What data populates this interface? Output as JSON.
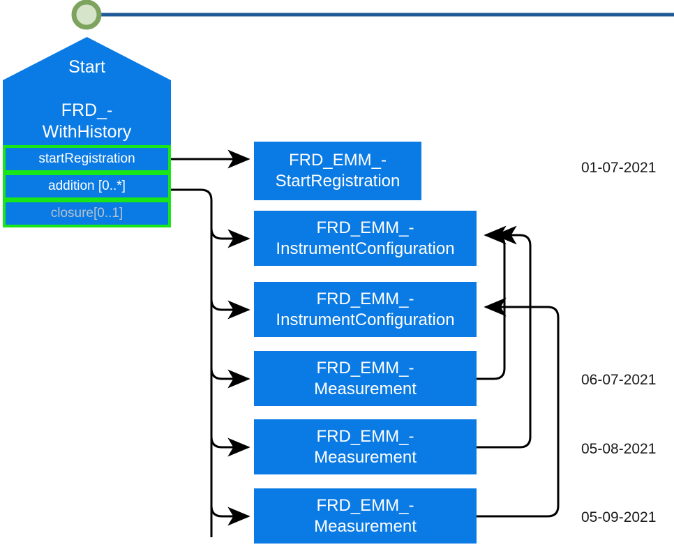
{
  "diagram": {
    "title_node": {
      "name": "start-pentagon",
      "title": "Start",
      "subtitle_line1": "FRD_-",
      "subtitle_line2": "WithHistory",
      "fill_color": "#0a7ae4",
      "text_color": "#ffffff"
    },
    "start_marker": {
      "name": "start-circle",
      "ring_color": "#7da35e",
      "fill_color": "#d6e4ca",
      "connector_color": "#1f5a96"
    },
    "compartments": {
      "border_color": "#19e619",
      "items": [
        {
          "label": "startRegistration",
          "muted": false
        },
        {
          "label": "addition [0..*]",
          "muted": false
        },
        {
          "label": "closure[0..1]",
          "muted": true
        }
      ]
    },
    "task_boxes": [
      {
        "line1": "FRD_EMM_-",
        "line2": "StartRegistration"
      },
      {
        "line1": "FRD_EMM_-",
        "line2": "InstrumentConfiguration"
      },
      {
        "line1": "FRD_EMM_-",
        "line2": "InstrumentConfiguration"
      },
      {
        "line1": "FRD_EMM_-",
        "line2": "Measurement"
      },
      {
        "line1": "FRD_EMM_-",
        "line2": "Measurement"
      },
      {
        "line1": "FRD_EMM_-",
        "line2": "Measurement"
      }
    ],
    "dates": [
      {
        "value": "01-07-2021"
      },
      {
        "value": "06-07-2021"
      },
      {
        "value": "05-08-2021"
      },
      {
        "value": "05-09-2021"
      }
    ]
  }
}
